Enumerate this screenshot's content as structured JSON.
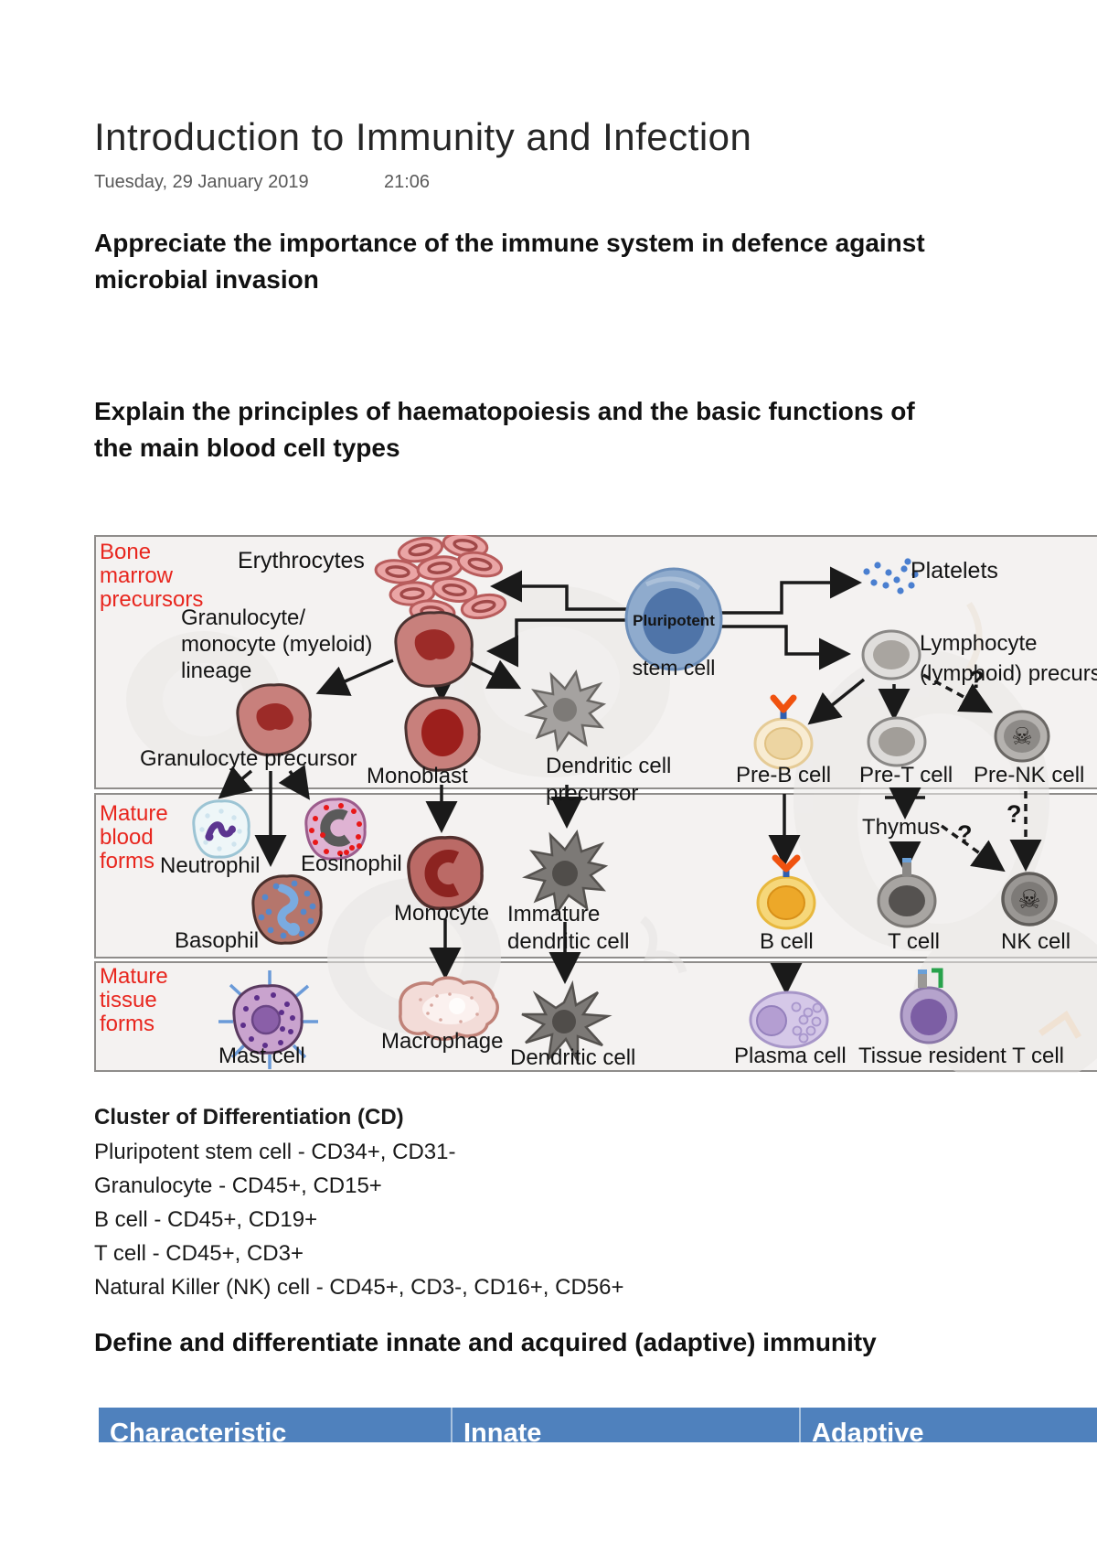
{
  "page": {
    "title": "Introduction to Immunity and Infection",
    "date": "Tuesday, 29 January 2019",
    "time": "21:06"
  },
  "objectives": {
    "objective1": "Appreciate the importance of the immune system in defence against\nmicrobial invasion",
    "objective2": "Explain the principles of haematopoiesis and the basic functions of\nthe main blood cell types",
    "objective3": "Define and differentiate innate and acquired (adaptive) immunity"
  },
  "diagram": {
    "section_labels": {
      "bone_marrow": "Bone\nmarrow\nprecursors",
      "mature_blood": "Mature\nblood\nforms",
      "mature_tissue": "Mature\ntissue\nforms"
    },
    "labels": {
      "erythrocytes": "Erythrocytes",
      "myeloid_lineage": "Granulocyte/\nmonocyte (myeloid)\nlineage",
      "pluripotent_top": "Pluripotent",
      "pluripotent_bottom": "stem cell",
      "platelets": "Platelets",
      "lymphoid_precursor": "Lymphocyte\n(lymphoid) precursor",
      "granulocyte_precursor": "Granulocyte precursor",
      "monoblast": "Monoblast",
      "dendritic_precursor": "Dendritic cell\nprecursor",
      "pre_b": "Pre-B cell",
      "pre_t": "Pre-T cell",
      "pre_nk": "Pre-NK cell",
      "neutrophil": "Neutrophil",
      "eosinophil": "Eosinophil",
      "basophil": "Basophil",
      "monocyte": "Monocyte",
      "immature_dendritic": "Immature\ndendritic cell",
      "thymus": "Thymus",
      "b_cell": "B cell",
      "t_cell": "T cell",
      "nk_cell": "NK cell",
      "mast_cell": "Mast cell",
      "macrophage": "Macrophage",
      "dendritic_cell": "Dendritic cell",
      "plasma_cell": "Plasma cell",
      "tissue_t_cell": "Tissue resident T cell",
      "question_mark": "?"
    },
    "icons": {
      "skull": "☠"
    }
  },
  "cd": {
    "heading": "Cluster of Differentiation (CD)",
    "lines": [
      "Pluripotent stem cell - CD34+, CD31-",
      "Granulocyte - CD45+, CD15+",
      "B cell - CD45+, CD19+",
      "T cell - CD45+, CD3+",
      "Natural Killer (NK) cell - CD45+, CD3-, CD16+, CD56+"
    ]
  },
  "table": {
    "headers": [
      "Characteristic",
      "Innate",
      "Adaptive"
    ]
  },
  "colors": {
    "accent_red": "#e8261e",
    "table_header_bg": "#4f81bd",
    "diagram_bg": "#f4f2f1"
  }
}
